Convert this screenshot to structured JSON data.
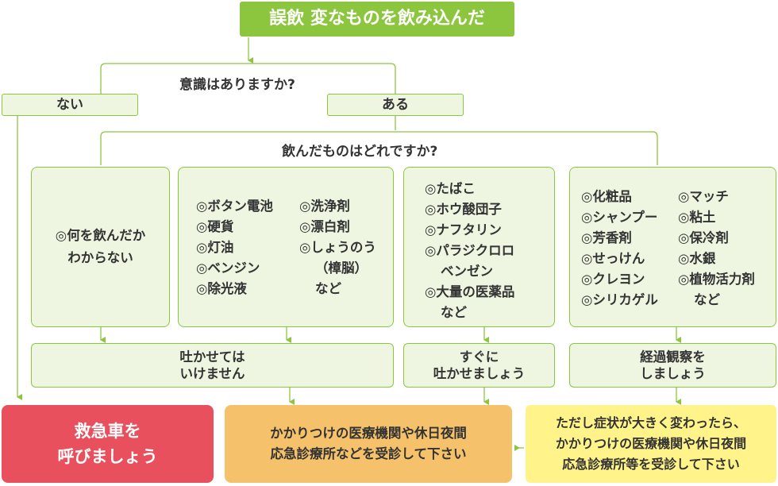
{
  "colors": {
    "green": "#8cc63f",
    "light_green": "#eef6e1",
    "ambulance": "#e9505e",
    "clinic": "#f5c26b",
    "observe": "#fff38a"
  },
  "title": "誤飲 変なものを飲み込んだ",
  "q1": {
    "text": "意識はありますか?",
    "answer_no": "ない",
    "answer_yes": "ある"
  },
  "q2": {
    "text": "飲んだものはどれですか?"
  },
  "categories": {
    "unknown": {
      "lines": [
        "◎何を飲んだか",
        "わからない"
      ]
    },
    "no_vomit": {
      "col1": [
        "◎ボタン電池",
        "◎硬貨",
        "◎灯油",
        "◎ベンジン",
        "◎除光液"
      ],
      "col2": [
        "◎洗浄剤",
        "◎漂白剤",
        "◎しょうのう",
        "（樟脳）",
        "など"
      ]
    },
    "vomit": {
      "items": [
        "◎たばこ",
        "◎ホウ酸団子",
        "◎ナフタリン",
        "◎パラジクロロ",
        "ベンゼン",
        "◎大量の医薬品",
        "など"
      ]
    },
    "observe": {
      "col1": [
        "◎化粧品",
        "◎シャンプー",
        "◎芳香剤",
        "◎せっけん",
        "◎クレヨン",
        "◎シリカゲル"
      ],
      "col2": [
        "◎マッチ",
        "◎粘土",
        "◎保冷剤",
        "◎水銀",
        "◎植物活力剤",
        "など"
      ]
    }
  },
  "advice": {
    "no_vomit": [
      "吐かせては",
      "いけません"
    ],
    "vomit": [
      "すぐに",
      "吐かせましょう"
    ],
    "observe": [
      "経過観察を",
      "しましょう"
    ]
  },
  "results": {
    "ambulance": [
      "救急車を",
      "呼びましょう"
    ],
    "clinic": [
      "かかりつけの医療機関や休日夜間",
      "応急診療所などを受診して下さい"
    ],
    "observe_note": [
      "ただし症状が大きく変わったら、",
      "かかりつけの医療機関や休日夜間",
      "応急診療所等を受診して下さい"
    ]
  }
}
